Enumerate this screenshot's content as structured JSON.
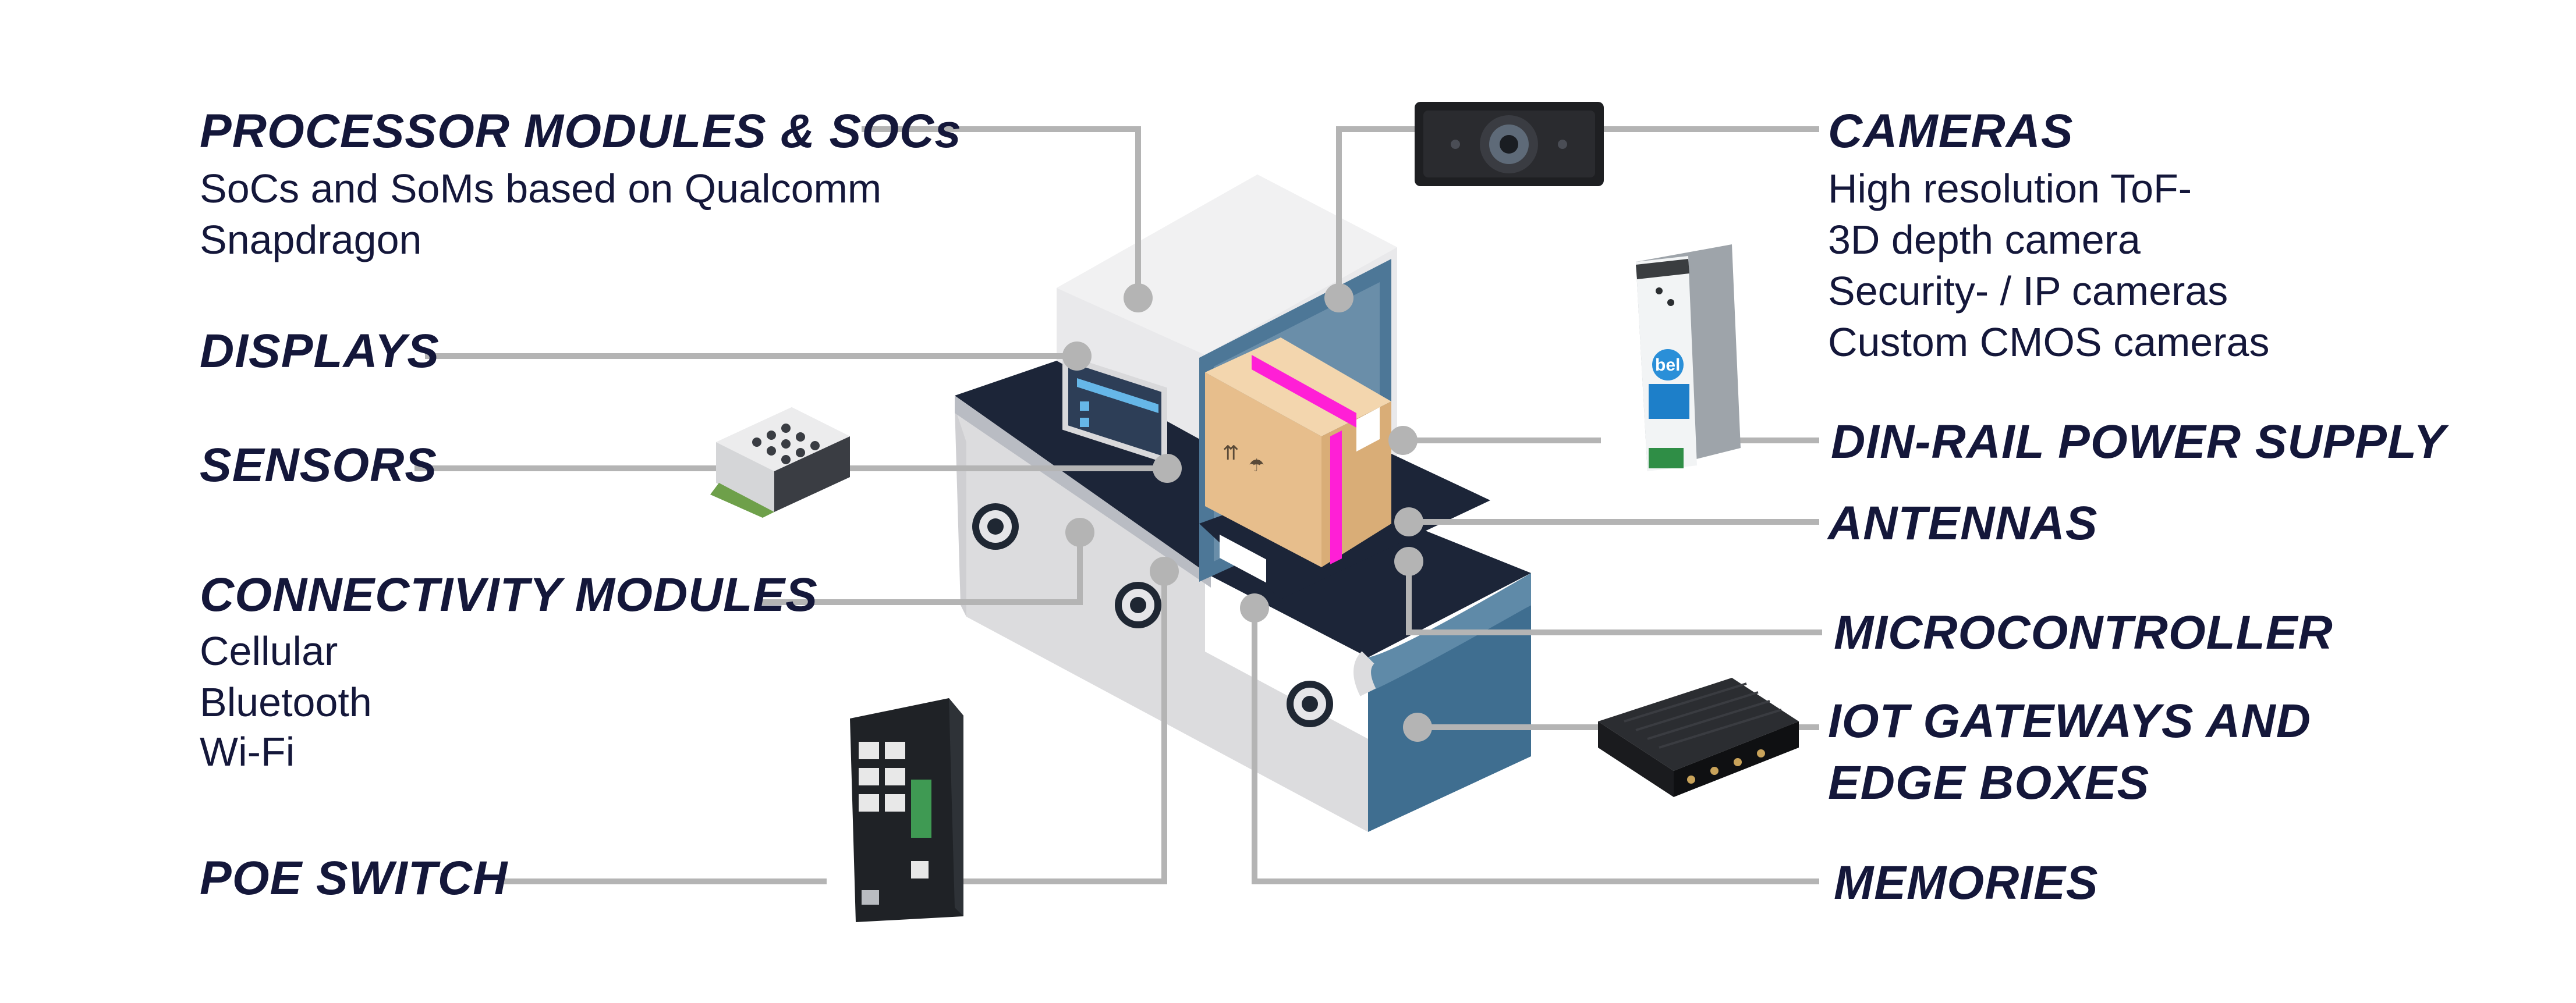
{
  "diagram": {
    "colors": {
      "text": "#14173a",
      "leader_lines": "#b4b4b4",
      "machine_body": "#e0e0e2",
      "machine_top": "#eeeeef",
      "belt": "#1c2538",
      "blue_panel": "#3f6e90",
      "box": "#e8bf8c",
      "box_tape": "#ff1fd6"
    },
    "left_labels": [
      {
        "title": "PROCESSOR MODULES & SOCs",
        "lines": [
          "SoCs and SoMs based on Qualcomm",
          "Snapdragon"
        ]
      },
      {
        "title": "DISPLAYS",
        "lines": []
      },
      {
        "title": "SENSORS",
        "lines": []
      },
      {
        "title": "CONNECTIVITY MODULES",
        "lines": [
          "Cellular",
          "Bluetooth",
          "Wi-Fi"
        ]
      },
      {
        "title": "POE SWITCH",
        "lines": []
      }
    ],
    "right_labels": [
      {
        "title": "CAMERAS",
        "lines": [
          "High resolution ToF-",
          "3D depth camera",
          "Security- / IP cameras",
          "Custom CMOS cameras"
        ]
      },
      {
        "title": "DIN-RAIL POWER SUPPLY",
        "lines": []
      },
      {
        "title": "ANTENNAS",
        "lines": []
      },
      {
        "title": "MICROCONTROLLER",
        "lines": []
      },
      {
        "title": "IOT GATEWAYS AND",
        "lines": []
      },
      {
        "title": "EDGE BOXES",
        "lines": []
      },
      {
        "title": "MEMORIES",
        "lines": []
      }
    ],
    "product_images": {
      "power_supply_brand": "bel",
      "icons": [
        "camera-icon",
        "power-supply-icon",
        "sensor-icon",
        "poe-switch-icon",
        "gateway-icon",
        "conveyor-machine-icon",
        "package-box-icon",
        "display-panel-icon"
      ]
    }
  }
}
